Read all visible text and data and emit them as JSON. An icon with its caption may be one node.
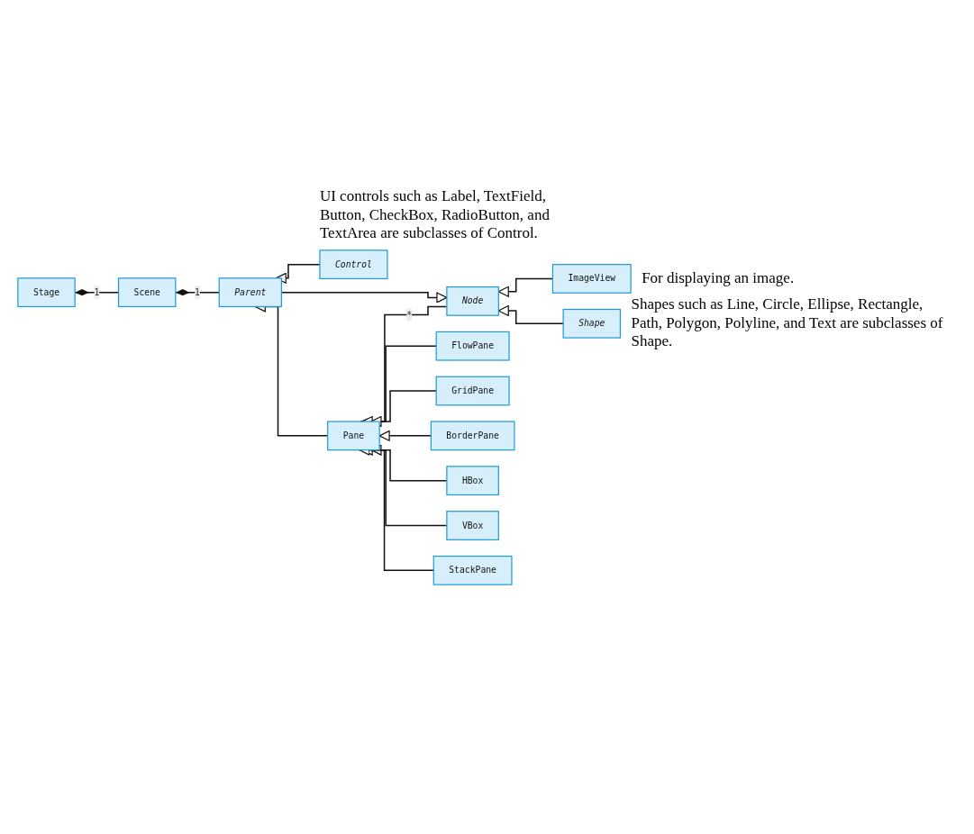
{
  "diagram": {
    "nodes": [
      {
        "text": [
          "Stage"
        ]
      },
      {
        "text": [
          "Scene"
        ]
      },
      {
        "text": [
          "Node"
        ]
      },
      {
        "text": [
          "Parent"
        ]
      },
      {
        "text": [
          "Shape"
        ],
        "beside": [
          "Shapes such as Line, Circle, Ellipse, Rectangle, Path, Polygon, Polyline, and Text are subclasses of Shape."
        ]
      },
      {
        "text": [
          "ImageView"
        ],
        "beside": [
          "For displaying an image."
        ]
      },
      {
        "text": [
          "Control"
        ],
        "beside": [
          "UI controls such as Label, TextField, Button, CheckBox, RadioButton, and TextArea are subclasses of Control."
        ]
      },
      {
        "text": [
          "Pane"
        ]
      },
      {
        "text": [
          "FlowPane"
        ]
      },
      {
        "text": [
          "GridPane"
        ]
      },
      {
        "text": [
          "BorderPane"
        ]
      },
      {
        "text": [
          "HBox"
        ]
      },
      {
        "text": [
          "VBox"
        ]
      },
      {
        "text": [
          "StackPane"
        ]
      }
    ],
    "edges": [
      {
        "from": 1,
        "to": 0,
        "arrow": "other",
        "label": "1"
      },
      {
        "from": 3,
        "to": 1,
        "arrow": "other",
        "label": "1"
      },
      {
        "from": 2,
        "to": 7,
        "arrow": "other",
        "label": "*"
      },
      {
        "from": 3,
        "to": 2,
        "arrow": "to"
      },
      {
        "from": 4,
        "to": 2,
        "arrow": "to"
      },
      {
        "from": 5,
        "to": 2,
        "arrow": "to"
      },
      {
        "from": 6,
        "to": 3,
        "arrow": "to"
      },
      {
        "from": 7,
        "to": 3,
        "arrow": "to"
      },
      {
        "from": 8,
        "to": 7,
        "arrow": "to"
      },
      {
        "from": 9,
        "to": 7,
        "arrow": "to"
      },
      {
        "from": 10,
        "to": 7,
        "arrow": "to"
      },
      {
        "from": 11,
        "to": 7,
        "arrow": "to"
      },
      {
        "from": 12,
        "to": 7,
        "arrow": "to"
      },
      {
        "from": 13,
        "to": 7,
        "arrow": "to"
      }
    ]
  }
}
